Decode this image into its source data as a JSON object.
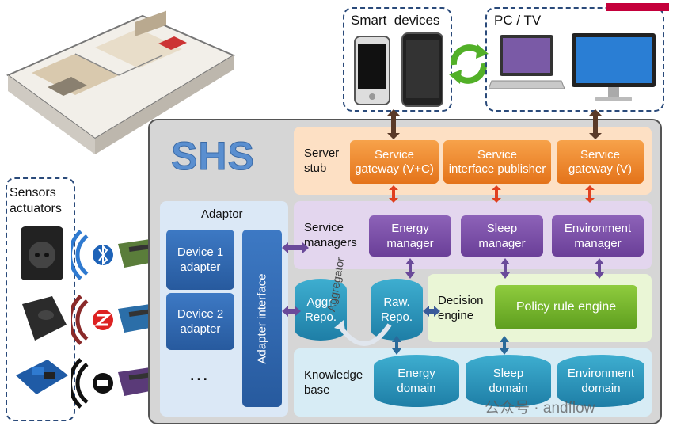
{
  "colors": {
    "server_stub": "#fde0c4",
    "service_managers": "#e3d6ee",
    "decision": "#eaf6d6",
    "knowledge": "#d7ecf5",
    "adaptor": "#dbe8f6",
    "panel": "#d6d6d6"
  },
  "top": {
    "smart_devices": "Smart  devices",
    "pc_tv": "PC / TV"
  },
  "shs": {
    "title": "SHS"
  },
  "sensors": {
    "title": "Sensors\nactuators"
  },
  "adaptor": {
    "title": "Adaptor",
    "device1": "Device 1\nadapter",
    "device2": "Device 2\nadapter",
    "ellipsis": "…",
    "interface": "Adapter interface"
  },
  "server_stub": {
    "label": "Server\nstub",
    "svc1": "Service\ngateway (V+C)",
    "svc2": "Service\ninterface publisher",
    "svc3": "Service\ngateway (V)"
  },
  "service_managers": {
    "label": "Service\nmanagers",
    "m1": "Energy\nmanager",
    "m2": "Sleep\nmanager",
    "m3": "Environment\nmanager"
  },
  "decision": {
    "label": "Decision\nengine",
    "engine": "Policy rule engine"
  },
  "repos": {
    "aggr": "Aggr.\nRepo.",
    "raw": "Raw.\nRepo.",
    "aggregator": "Aggregator"
  },
  "knowledge": {
    "label": "Knowledge\nbase",
    "d1": "Energy\ndomain",
    "d2": "Sleep\ndomain",
    "d3": "Environment\ndomain"
  },
  "watermark": "公众号 · andflow",
  "icons": [
    "bluetooth-icon",
    "zigbee-icon",
    "wifi-icon",
    "refresh-arrows-icon",
    "phone-icon",
    "tablet-icon",
    "laptop-icon",
    "monitor-icon"
  ]
}
